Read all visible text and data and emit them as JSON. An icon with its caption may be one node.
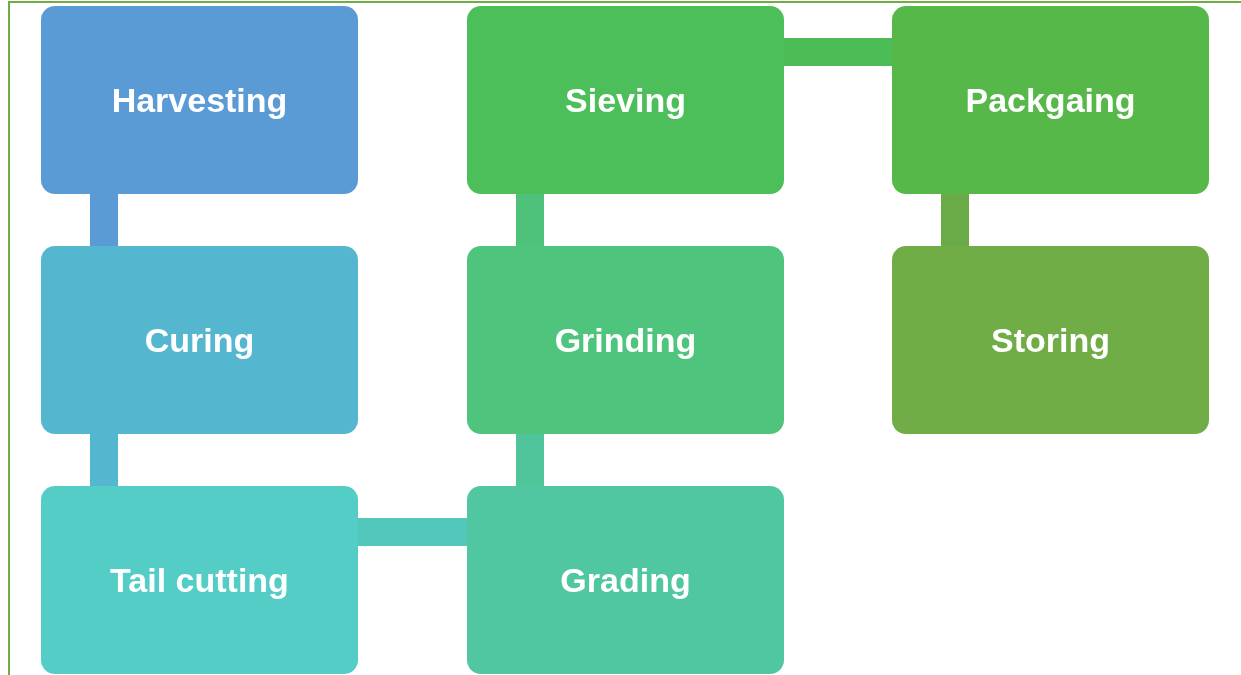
{
  "diagram": {
    "nodes": [
      {
        "text": [
          "Harvesting"
        ]
      },
      {
        "text": [
          "Curing"
        ]
      },
      {
        "text": [
          "Tail cutting"
        ]
      },
      {
        "text": [
          "Grading"
        ]
      },
      {
        "text": [
          "Grinding"
        ]
      },
      {
        "text": [
          "Sieving"
        ]
      },
      {
        "text": [
          "Packgaing"
        ]
      },
      {
        "text": [
          "Storing"
        ]
      }
    ],
    "edges": [
      {
        "from": 0,
        "to": 1,
        "arrow": "none",
        "color": "#5b9bd5"
      },
      {
        "from": 1,
        "to": 2,
        "arrow": "none",
        "color": "#55b6cf"
      },
      {
        "from": 2,
        "to": 3,
        "arrow": "none",
        "color": "#52c7bb"
      },
      {
        "from": 3,
        "to": 4,
        "arrow": "none",
        "color": "#50c49a"
      },
      {
        "from": 4,
        "to": 5,
        "arrow": "none",
        "color": "#4ec27a"
      },
      {
        "from": 5,
        "to": 6,
        "arrow": "none",
        "color": "#4cbd56"
      },
      {
        "from": 6,
        "to": 7,
        "arrow": "none",
        "color": "#6aab48"
      }
    ]
  }
}
